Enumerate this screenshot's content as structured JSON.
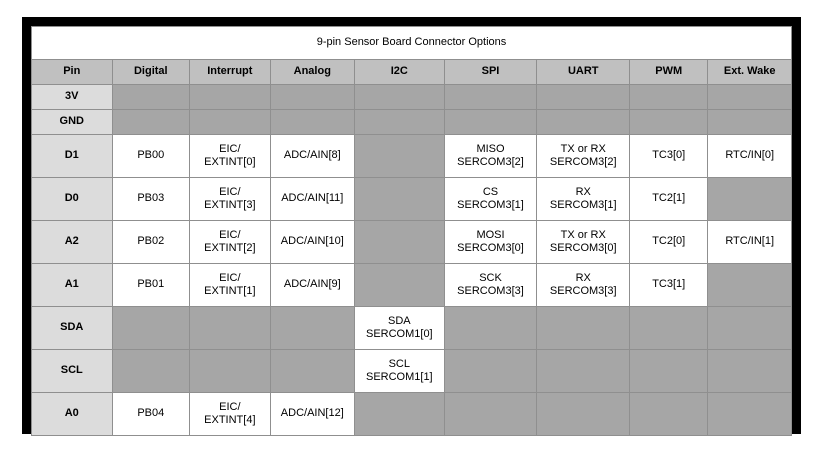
{
  "table": {
    "title": "9-pin Sensor Board Connector Options",
    "columns": [
      {
        "key": "pin",
        "label": "Pin"
      },
      {
        "key": "digital",
        "label": "Digital"
      },
      {
        "key": "interrupt",
        "label": "Interrupt"
      },
      {
        "key": "analog",
        "label": "Analog"
      },
      {
        "key": "i2c",
        "label": "I2C"
      },
      {
        "key": "spi",
        "label": "SPI"
      },
      {
        "key": "uart",
        "label": "UART"
      },
      {
        "key": "pwm",
        "label": "PWM"
      },
      {
        "key": "extwake",
        "label": "Ext. Wake"
      }
    ],
    "rows": [
      {
        "pin": "3V",
        "height": "short",
        "digital": "",
        "interrupt": "",
        "analog": "",
        "i2c": "",
        "spi": "",
        "spi2": "",
        "uart": "",
        "uart2": "",
        "pwm": "",
        "extwake": ""
      },
      {
        "pin": "GND",
        "height": "short",
        "digital": "",
        "interrupt": "",
        "analog": "",
        "i2c": "",
        "spi": "",
        "spi2": "",
        "uart": "",
        "uart2": "",
        "pwm": "",
        "extwake": ""
      },
      {
        "pin": "D1",
        "height": "tall",
        "digital": "PB00",
        "interrupt": "EIC/",
        "interrupt2": "EXTINT[0]",
        "analog": "ADC/AIN[8]",
        "i2c": "",
        "spi": "MISO",
        "spi2": "SERCOM3[2]",
        "uart": "TX or RX",
        "uart2": "SERCOM3[2]",
        "pwm": "TC3[0]",
        "extwake": "RTC/IN[0]"
      },
      {
        "pin": "D0",
        "height": "tall",
        "digital": "PB03",
        "interrupt": "EIC/",
        "interrupt2": "EXTINT[3]",
        "analog": "ADC/AIN[11]",
        "i2c": "",
        "spi": "CS",
        "spi2": "SERCOM3[1]",
        "uart": "RX",
        "uart2": "SERCOM3[1]",
        "pwm": "TC2[1]",
        "extwake": ""
      },
      {
        "pin": "A2",
        "height": "tall",
        "digital": "PB02",
        "interrupt": "EIC/",
        "interrupt2": "EXTINT[2]",
        "analog": "ADC/AIN[10]",
        "i2c": "",
        "spi": "MOSI",
        "spi2": "SERCOM3[0]",
        "uart": "TX or RX",
        "uart2": "SERCOM3[0]",
        "pwm": "TC2[0]",
        "extwake": "RTC/IN[1]"
      },
      {
        "pin": "A1",
        "height": "tall",
        "digital": "PB01",
        "interrupt": "EIC/",
        "interrupt2": "EXTINT[1]",
        "analog": "ADC/AIN[9]",
        "i2c": "",
        "spi": "SCK",
        "spi2": "SERCOM3[3]",
        "uart": "RX",
        "uart2": "SERCOM3[3]",
        "pwm": "TC3[1]",
        "extwake": ""
      },
      {
        "pin": "SDA",
        "height": "tall",
        "digital": "",
        "interrupt": "",
        "analog": "",
        "i2c": "SDA",
        "i2c2": "SERCOM1[0]",
        "spi": "",
        "spi2": "",
        "uart": "",
        "uart2": "",
        "pwm": "",
        "extwake": ""
      },
      {
        "pin": "SCL",
        "height": "tall",
        "digital": "",
        "interrupt": "",
        "analog": "",
        "i2c": "SCL",
        "i2c2": "SERCOM1[1]",
        "spi": "",
        "spi2": "",
        "uart": "",
        "uart2": "",
        "pwm": "",
        "extwake": ""
      },
      {
        "pin": "A0",
        "height": "tall",
        "digital": "PB04",
        "interrupt": "EIC/",
        "interrupt2": "EXTINT[4]",
        "analog": "ADC/AIN[12]",
        "i2c": "",
        "spi": "",
        "spi2": "",
        "uart": "",
        "uart2": "",
        "pwm": "",
        "extwake": ""
      }
    ]
  },
  "colors": {
    "frame": "#000000",
    "header_band": "#c0c0c0",
    "pin_column": "#dcdcdc",
    "empty_cell": "#a6a6a6",
    "filled_cell": "#ffffff",
    "grid_line": "#8f8f8f"
  }
}
